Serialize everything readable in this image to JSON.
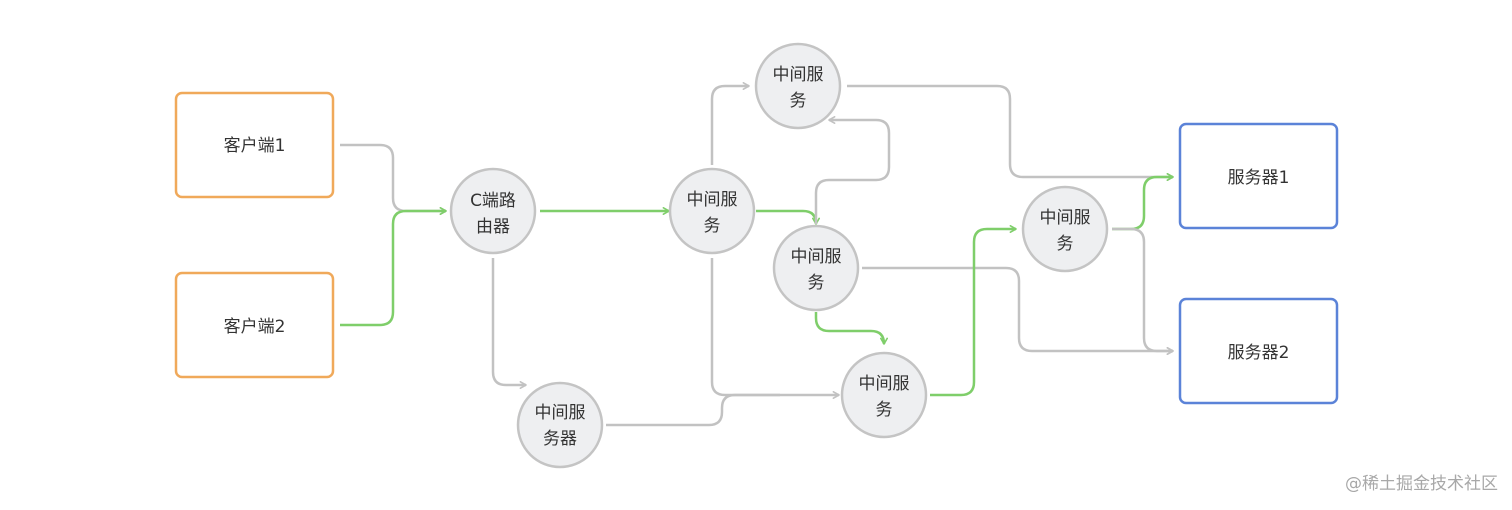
{
  "colors": {
    "client_border": "#f0a95a",
    "server_border": "#5b83d8",
    "node_fill": "#eeeff1",
    "node_border": "#c4c4c4",
    "edge_gray": "#c2c2c2",
    "edge_green": "#7fce6a"
  },
  "clients": [
    {
      "label": "客户端1"
    },
    {
      "label": "客户端2"
    }
  ],
  "servers": [
    {
      "label": "服务器1"
    },
    {
      "label": "服务器2"
    }
  ],
  "router": {
    "line1": "C端路",
    "line2": "由器"
  },
  "middle_server": {
    "line1": "中间服",
    "line2": "务器"
  },
  "middle_services": [
    {
      "line1": "中间服",
      "line2": "务"
    },
    {
      "line1": "中间服",
      "line2": "务"
    },
    {
      "line1": "中间服",
      "line2": "务"
    },
    {
      "line1": "中间服",
      "line2": "务"
    },
    {
      "line1": "中间服",
      "line2": "务"
    }
  ],
  "watermark": "@稀土掘金技术社区"
}
